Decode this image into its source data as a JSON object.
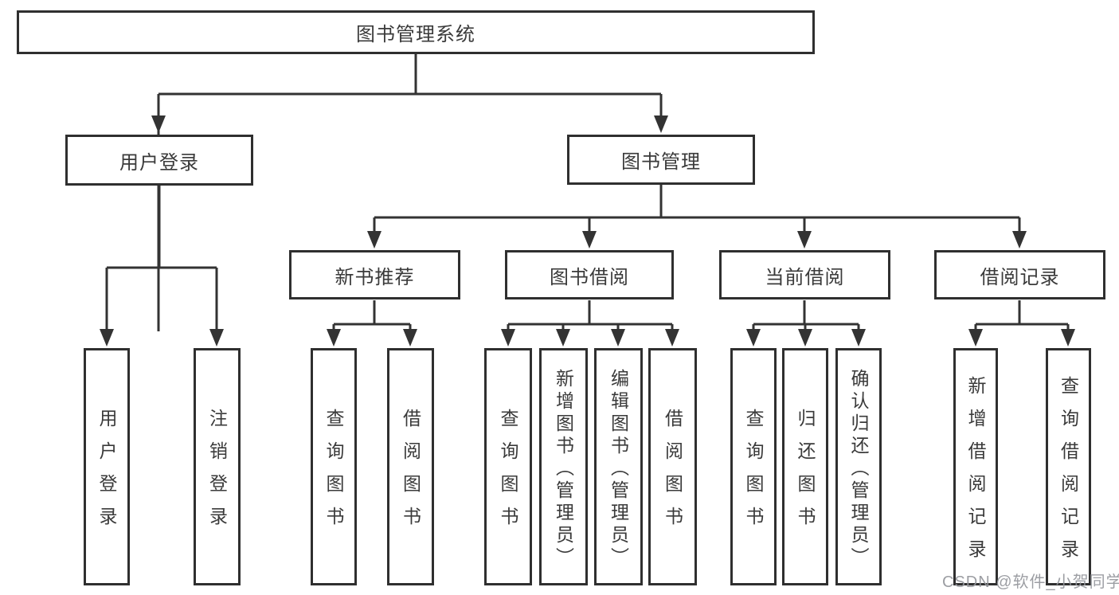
{
  "tree": {
    "root": {
      "label": "图书管理系统",
      "children": [
        {
          "label": "用户登录",
          "children": [
            {
              "label": "用户登录"
            },
            {
              "label": "注销登录"
            }
          ]
        },
        {
          "label": "图书管理",
          "children": [
            {
              "label": "新书推荐",
              "children": [
                {
                  "label": "查询图书"
                },
                {
                  "label": "借阅图书"
                }
              ]
            },
            {
              "label": "图书借阅",
              "children": [
                {
                  "label": "查询图书"
                },
                {
                  "label": "新增图书（管理员）"
                },
                {
                  "label": "编辑图书（管理员）"
                },
                {
                  "label": "借阅图书"
                }
              ]
            },
            {
              "label": "当前借阅",
              "children": [
                {
                  "label": "查询图书"
                },
                {
                  "label": "归还图书"
                },
                {
                  "label": "确认归还（管理员）"
                }
              ]
            },
            {
              "label": "借阅记录",
              "children": [
                {
                  "label": "新增借阅记录"
                },
                {
                  "label": "查询借阅记录"
                }
              ]
            }
          ]
        }
      ]
    }
  },
  "watermark": {
    "text": "CSDN @软件_小贺同学"
  },
  "colors": {
    "line": "#333333",
    "box_border": "#2f2f2f",
    "text": "#3a3a3a",
    "watermark": "#94969b",
    "background": "#ffffff"
  }
}
